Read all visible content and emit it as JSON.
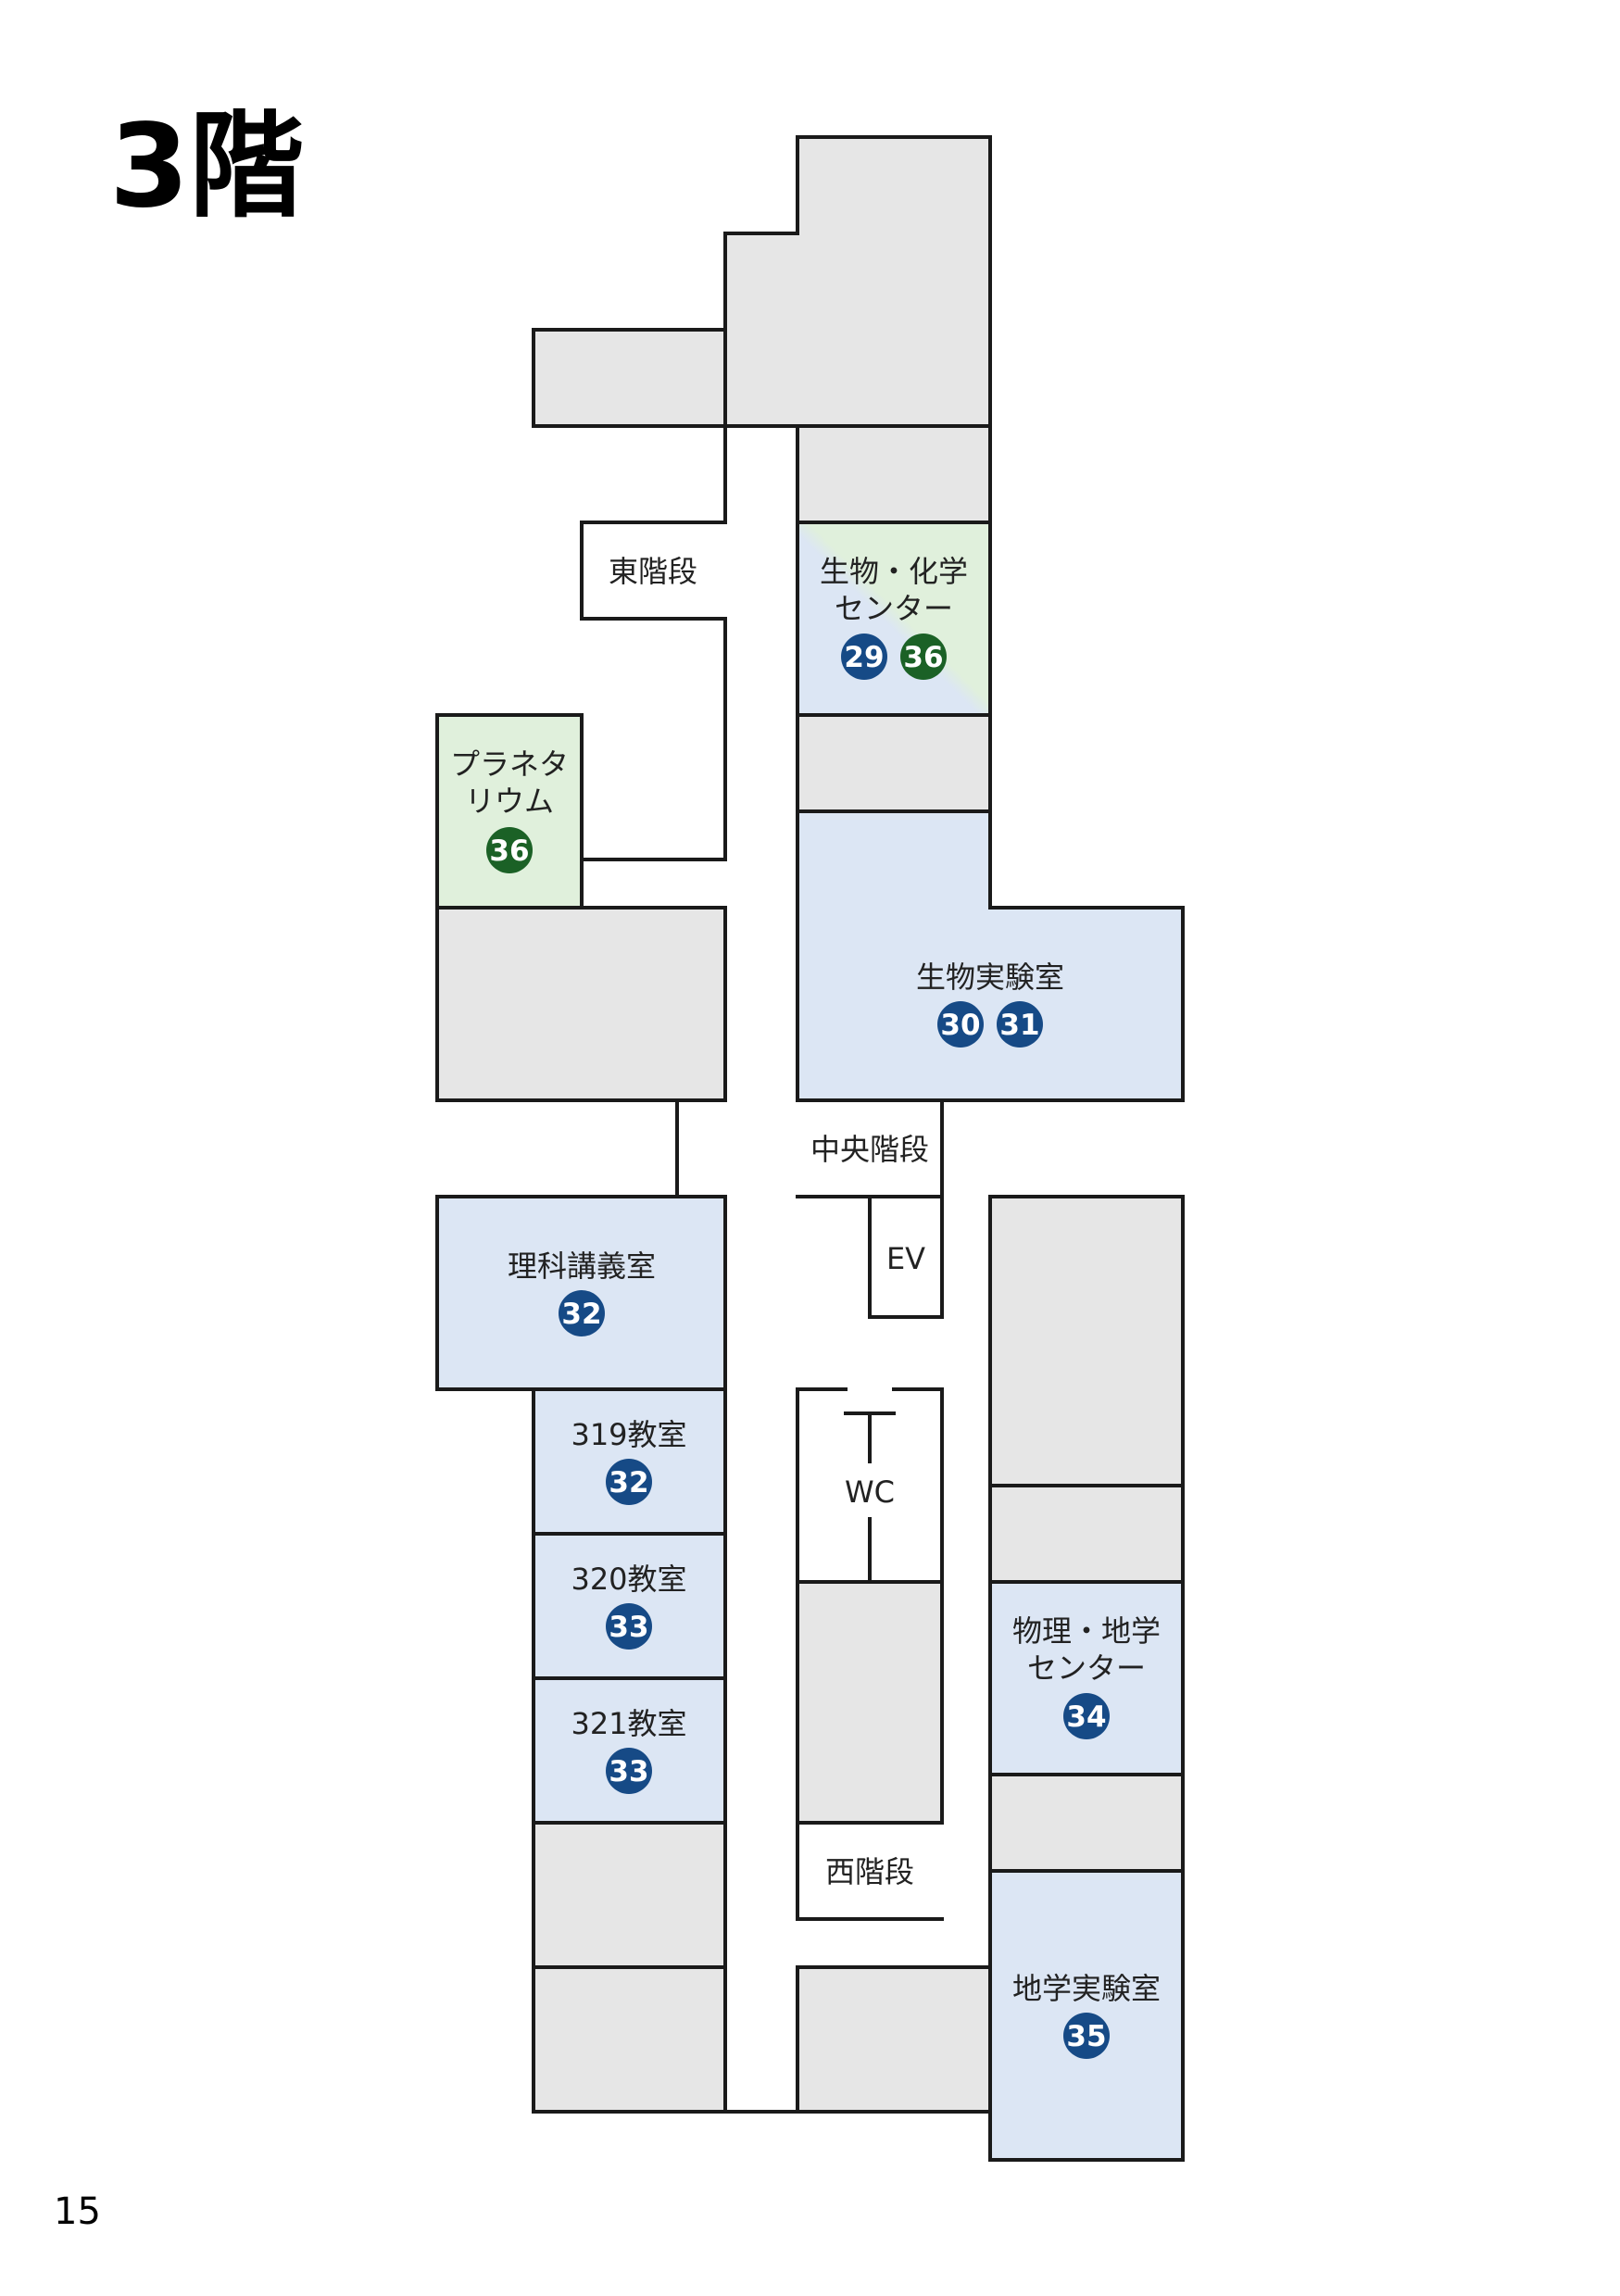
{
  "page": {
    "title": "3階",
    "page_number": "15"
  },
  "colors": {
    "gray_room": "#e6e6e6",
    "blue_room": "#dce6f4",
    "green_room": "#e0f0dc",
    "wall": "#1a1a1a",
    "blue_badge": "#164a86",
    "green_badge": "#1b6126"
  },
  "rooms": {
    "east_stairs": {
      "label": "東階段"
    },
    "bio_chem_center": {
      "line1": "生物・化学",
      "line2": "センター",
      "badges": [
        "29",
        "36"
      ]
    },
    "planetarium": {
      "line1": "プラネタ",
      "line2": "リウム",
      "badges": [
        "36"
      ]
    },
    "bio_lab": {
      "label": "生物実験室",
      "badges": [
        "30",
        "31"
      ]
    },
    "central_stairs": {
      "label": "中央階段"
    },
    "ev": {
      "label": "EV"
    },
    "science_lecture": {
      "label": "理科講義室",
      "badges": [
        "32"
      ]
    },
    "room_319": {
      "label": "319教室",
      "badges": [
        "32"
      ]
    },
    "room_320": {
      "label": "320教室",
      "badges": [
        "33"
      ]
    },
    "room_321": {
      "label": "321教室",
      "badges": [
        "33"
      ]
    },
    "wc": {
      "label": "WC"
    },
    "physics_earth_center": {
      "line1": "物理・地学",
      "line2": "センター",
      "badges": [
        "34"
      ]
    },
    "west_stairs": {
      "label": "西階段"
    },
    "earth_lab": {
      "label": "地学実験室",
      "badges": [
        "35"
      ]
    }
  }
}
